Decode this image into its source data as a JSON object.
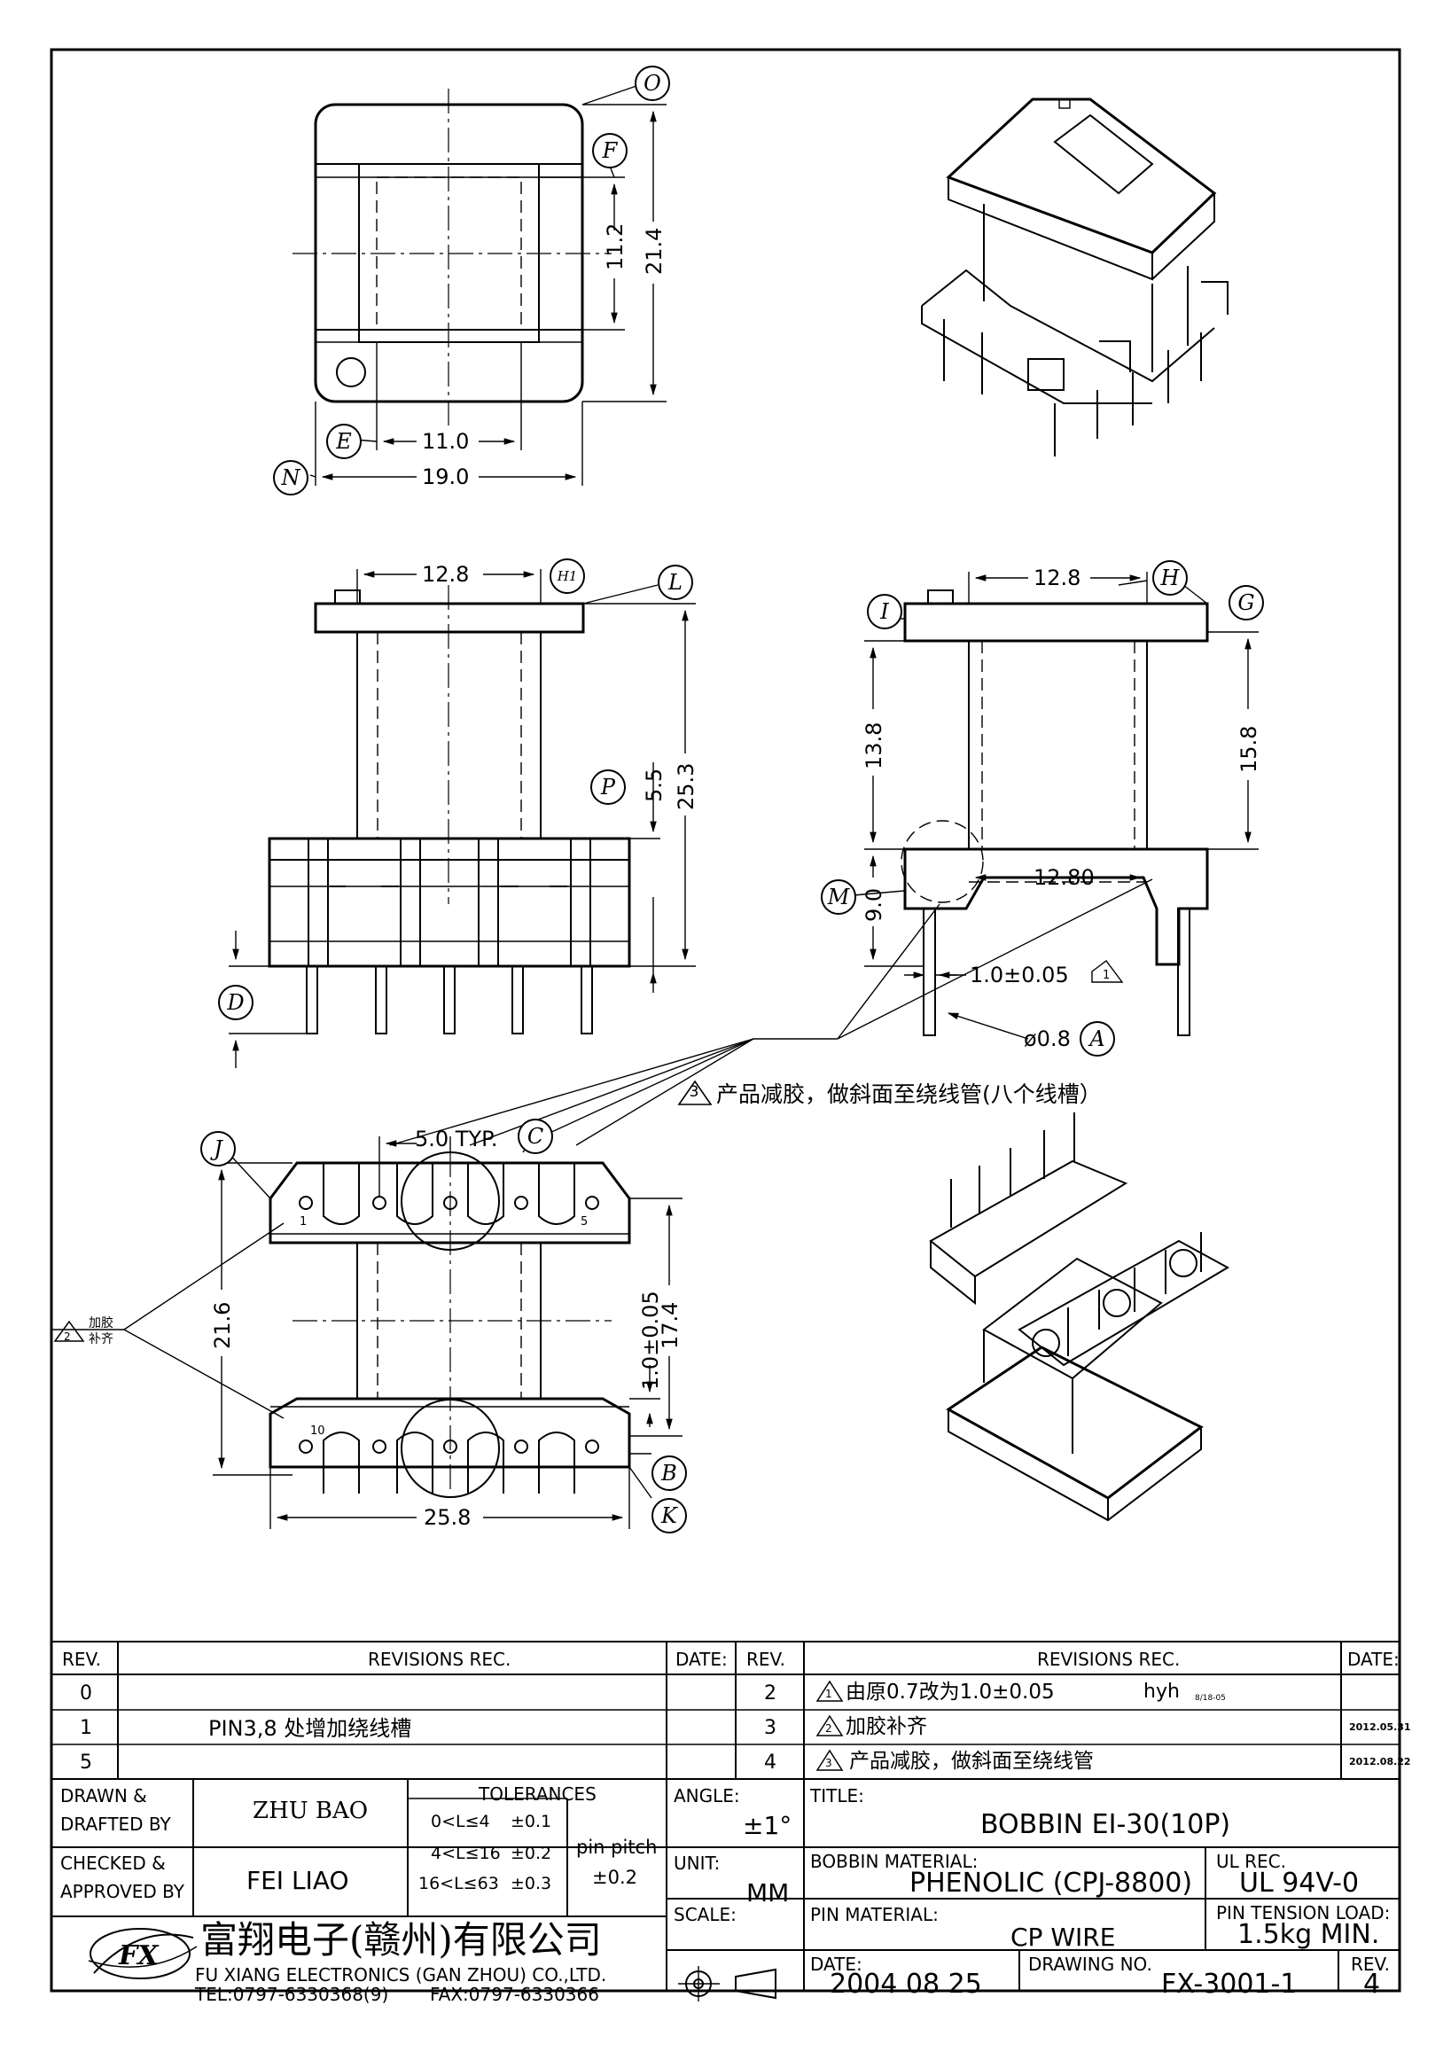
{
  "views": {
    "top": {
      "dims": [
        "21.4",
        "11.2",
        "11.0",
        "19.0"
      ],
      "refs": [
        "O",
        "F",
        "E",
        "N"
      ]
    },
    "front": {
      "dims": [
        "12.8",
        "25.3",
        "5.5"
      ],
      "refs": [
        "H1",
        "L",
        "P",
        "D"
      ]
    },
    "side": {
      "dims": [
        "12.8",
        "13.8",
        "15.8",
        "9.0",
        "12.80",
        "1.0±0.05",
        "ø0.8"
      ],
      "refs": [
        "H",
        "I",
        "G",
        "M",
        "A"
      ],
      "rev_mark": "1"
    },
    "bottom": {
      "dims": [
        "5.0 TYP.",
        "21.6",
        "17.4",
        "1.0±0.05",
        "25.8"
      ],
      "refs": [
        "J",
        "C",
        "B",
        "K"
      ],
      "pin_labels": [
        "1",
        "5",
        "10"
      ]
    }
  },
  "notes": {
    "note3": {
      "mark": "3",
      "text": "产品减胶，做斜面至绕线管(八个线槽）"
    },
    "note2": {
      "mark": "2",
      "line1": "加胶",
      "line2": "补齐"
    }
  },
  "title_block": {
    "rev_header": "REV.",
    "revisions_header": "REVISIONS    REC.",
    "date_header": "DATE:",
    "left_revs": [
      {
        "rev": "0",
        "text": "",
        "date": ""
      },
      {
        "rev": "1",
        "text": "PIN3,8 处增加绕线槽",
        "date": ""
      },
      {
        "rev": "5",
        "text": "",
        "date": ""
      }
    ],
    "right_revs": [
      {
        "rev": "2",
        "mark": "1",
        "text": "由原0.7改为1.0±0.05",
        "by": "hyh",
        "small": "8/18-05",
        "date": ""
      },
      {
        "rev": "3",
        "mark": "2",
        "text": "加胶补齐",
        "by": "",
        "small": "",
        "date": "2012.05.31"
      },
      {
        "rev": "4",
        "mark": "3",
        "text": "产品减胶，做斜面至绕线管",
        "by": "",
        "small": "",
        "date": "2012.08.22"
      }
    ],
    "drawn_label_1": "DRAWN  &",
    "drawn_label_2": "DRAFTED BY",
    "drawn_by": "ZHU BAO",
    "checked_label_1": "CHECKED  &",
    "checked_label_2": "APPROVED BY",
    "checked_by": "FEI LIAO",
    "tolerances_label": "TOLERANCES",
    "tol": [
      {
        "range": "0<L≤4",
        "val": "±0.1"
      },
      {
        "range": "4<L≤16",
        "val": "±0.2"
      },
      {
        "range": "16<L≤63",
        "val": "±0.3"
      }
    ],
    "pin_pitch_label": "pin pitch",
    "pin_pitch_val": "±0.2",
    "angle_label": "ANGLE:",
    "angle_val": "±1°",
    "unit_label": "UNIT:",
    "unit_val": "MM",
    "scale_label": "SCALE:",
    "title_label": "TITLE:",
    "title_val": "BOBBIN  EI-30(10P)",
    "bobbin_mat_label": "BOBBIN  MATERIAL:",
    "bobbin_mat_val": "PHENOLIC  (CPJ-8800)",
    "ul_label": "UL  REC.",
    "ul_val": "UL  94V-0",
    "pin_mat_label": "PIN  MATERIAL:",
    "pin_mat_val": "CP  WIRE",
    "tension_label": "PIN  TENSION  LOAD:",
    "tension_val": "1.5kg  MIN.",
    "date_label": "DATE:",
    "date_val": "2004  08  25",
    "drawing_no_label": "DRAWING  NO.",
    "drawing_no_val": "FX-3001-1",
    "rev_label": "REV.",
    "rev_val": "4",
    "company_cn": "富翔电子(赣州)有限公司",
    "company_en": "FU  XIANG  ELECTRONICS  (GAN  ZHOU)  CO.,LTD.",
    "tel": "TEL:0797-6330368(9)",
    "fax": "FAX:0797-6330366",
    "logo_text": "FX"
  }
}
